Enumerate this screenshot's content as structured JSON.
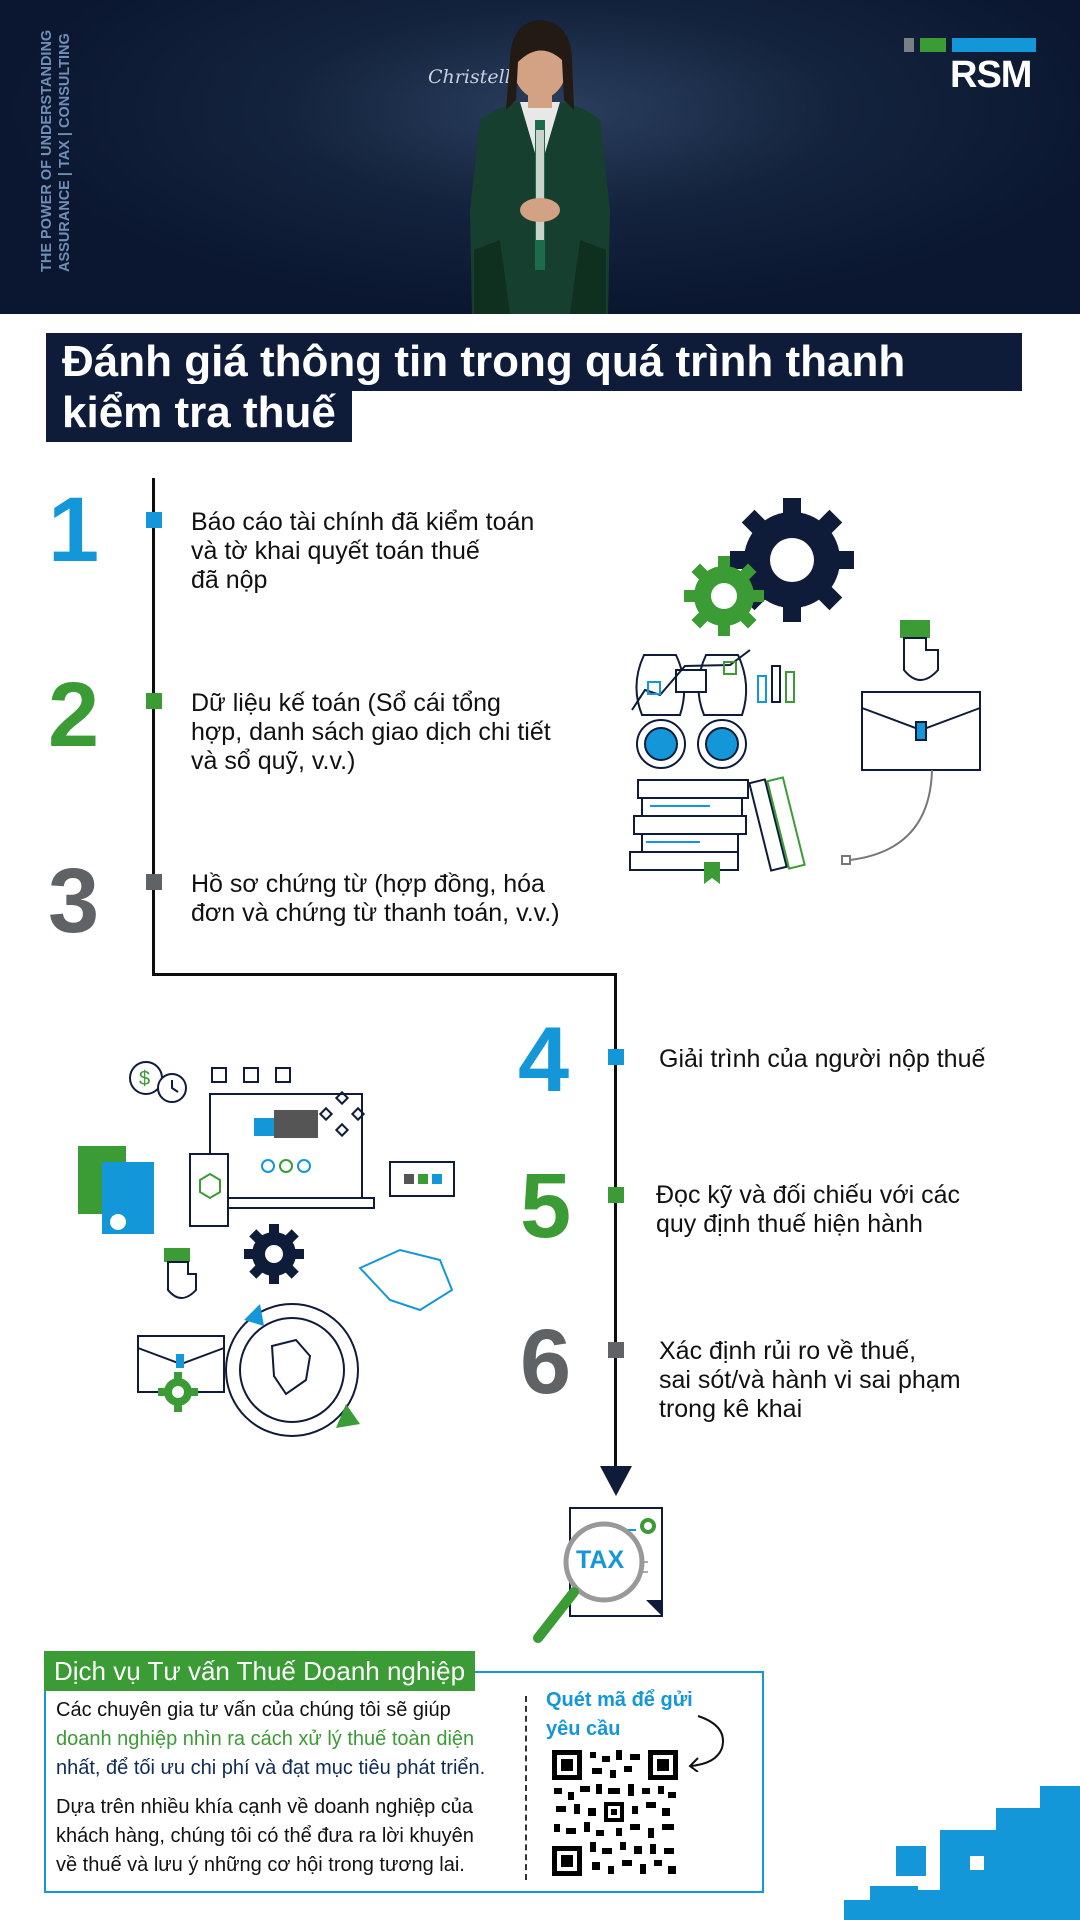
{
  "header": {
    "tagline_line1": "THE POWER OF UNDERSTANDING",
    "tagline_line2": "ASSURANCE | TAX | CONSULTING",
    "logo_text": "RSM",
    "signature": "Christelle",
    "colors": {
      "navy": "#0e1c3a",
      "blue": "#1397d8",
      "green": "#3b9b35",
      "gray": "#5f6366"
    }
  },
  "title": {
    "line1": "Đánh giá thông tin trong quá trình thanh",
    "line2": "kiểm tra thuế"
  },
  "steps": [
    {
      "number": "1",
      "lines": [
        "Báo cáo tài chính đã kiểm toán",
        "và tờ khai quyết toán thuế",
        "đã nộp"
      ]
    },
    {
      "number": "2",
      "lines": [
        "Dữ liệu kế toán (Sổ cái tổng",
        "hợp, danh sách giao dịch chi tiết",
        "và sổ quỹ, v.v.)"
      ]
    },
    {
      "number": "3",
      "lines": [
        "Hồ sơ chứng từ (hợp đồng, hóa",
        "đơn và chứng từ thanh toán, v.v.)"
      ]
    },
    {
      "number": "4",
      "lines": [
        "Giải trình của người nộp thuế"
      ]
    },
    {
      "number": "5",
      "lines": [
        "Đọc kỹ và đối chiếu với các",
        "quy định thuế hiện hành"
      ]
    },
    {
      "number": "6",
      "lines": [
        "Xác định rủi ro về thuế,",
        "sai sót/và hành vi sai phạm",
        "trong kê khai"
      ]
    }
  ],
  "tax_badge": "TAX",
  "service": {
    "heading": "Dịch vụ Tư vấn Thuế Doanh nghiệp",
    "p1_line1": "Các chuyên gia tư vấn của chúng tôi sẽ giúp",
    "p1_line2": "doanh nghiệp nhìn ra cách xử lý thuế toàn diện",
    "p1_line3": "nhất, để tối ưu chi phí và đạt mục tiêu phát triển.",
    "p2_line1": "Dựa trên nhiều khía cạnh về doanh nghiệp của",
    "p2_line2": "khách hàng, chúng tôi có thể đưa ra lời khuyên",
    "p2_line3": "về thuế và lưu ý những cơ hội trong tương lai.",
    "qr_line1": "Quét mã để gửi",
    "qr_line2": "yêu cầu"
  }
}
